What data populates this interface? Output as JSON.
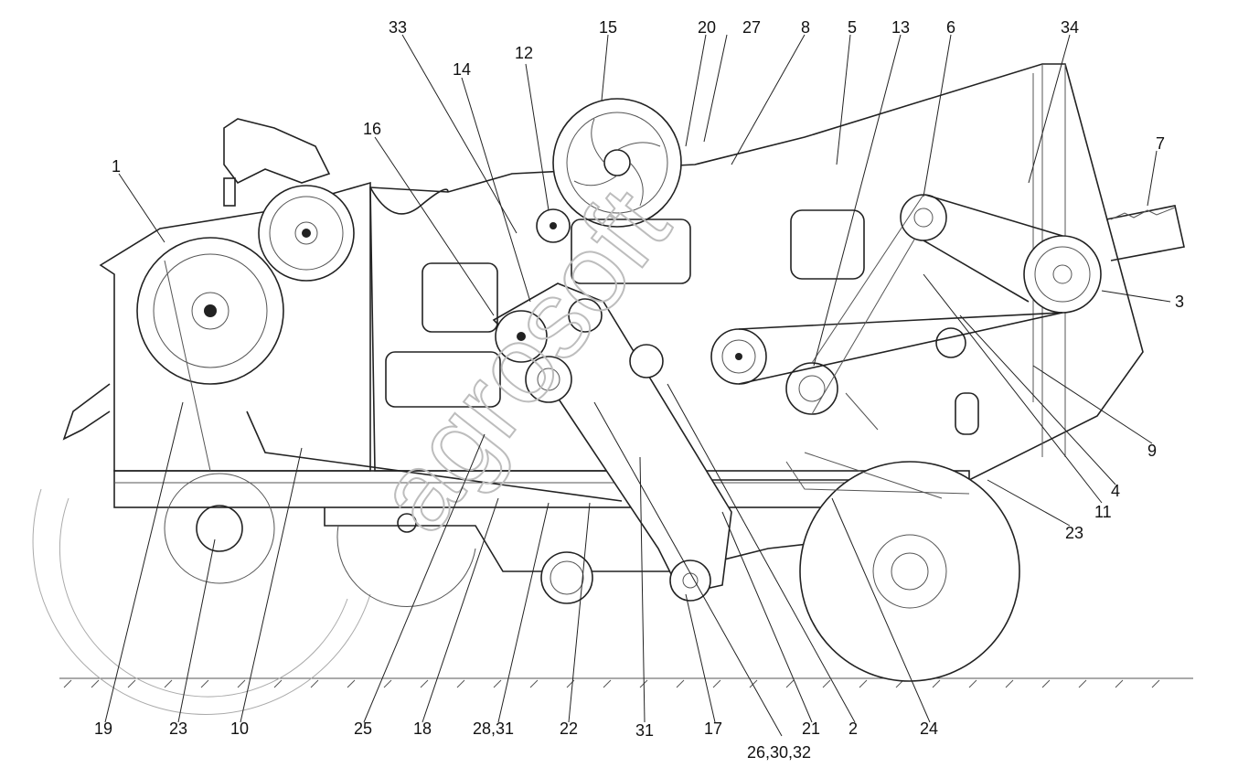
{
  "labels_top": [
    "33",
    "15",
    "20",
    "27",
    "8",
    "5",
    "13",
    "6",
    "34",
    "14",
    "12",
    "1",
    "16",
    "7",
    "3",
    "9",
    "4",
    "11",
    "23"
  ],
  "labels_bottom": [
    "19",
    "23",
    "10",
    "25",
    "18",
    "28,31",
    "22",
    "31",
    "17",
    "26,30,32",
    "21",
    "2",
    "24"
  ],
  "watermark": "agrosoft"
}
